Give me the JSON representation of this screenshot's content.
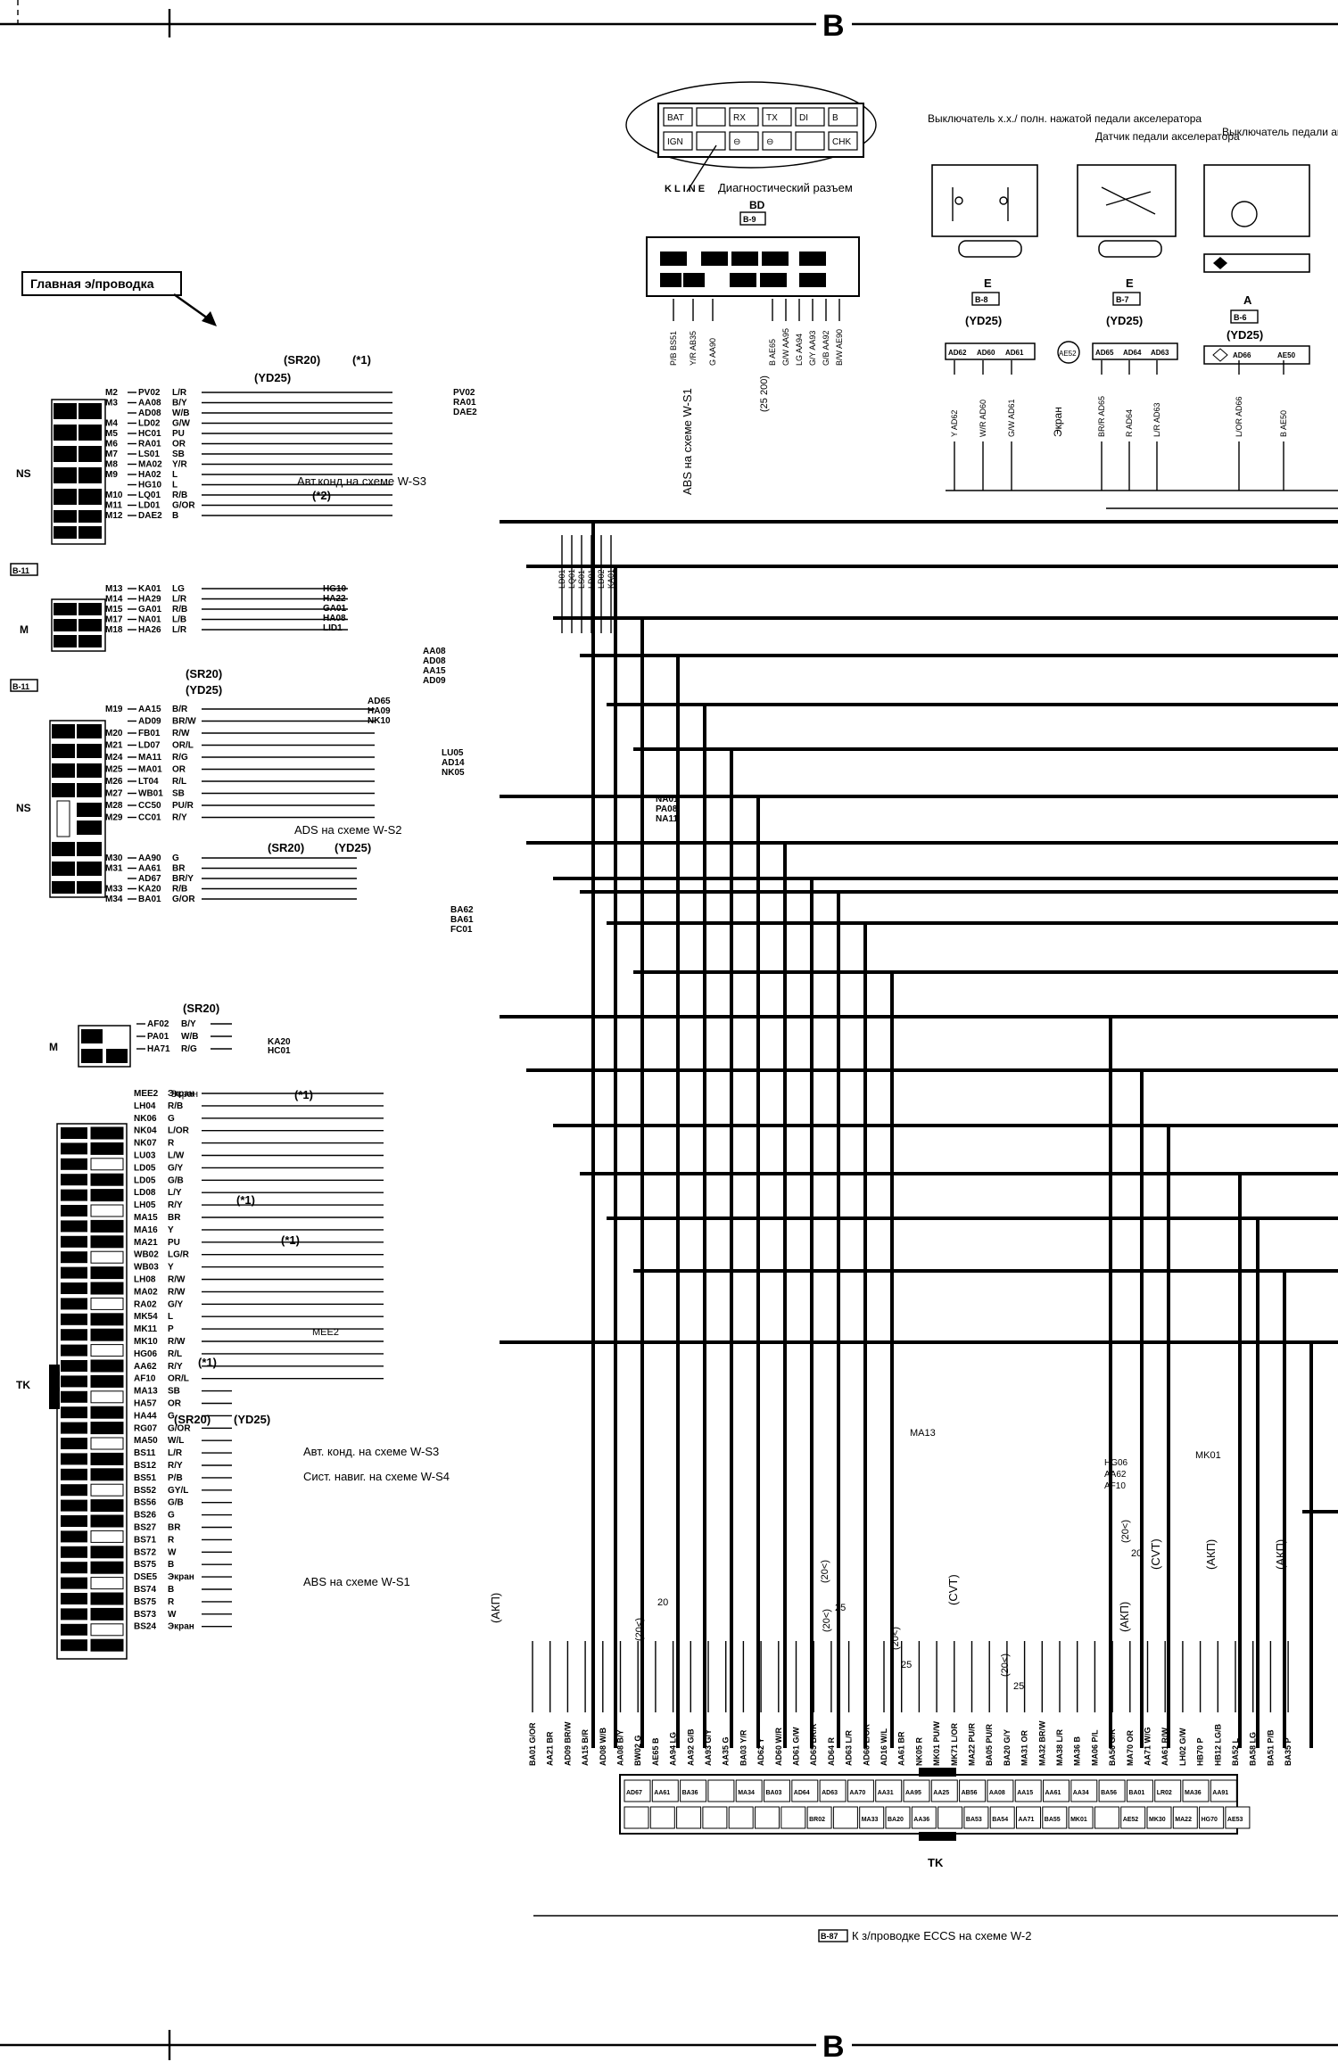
{
  "frame": {
    "marker": "B"
  },
  "title_box": "Главная э/проводка",
  "connector_groups": [
    {
      "id": "NS",
      "label": "NS"
    },
    {
      "id": "M",
      "label": "M"
    },
    {
      "id": "NS2",
      "label": "NS"
    },
    {
      "id": "M2",
      "label": "M"
    },
    {
      "id": "TK",
      "label": "TK"
    }
  ],
  "refs": {
    "b11_a": "B-11",
    "b11_b": "B-11"
  },
  "diag": {
    "title": "Диагностический разъем",
    "kline": "K L I N E",
    "code": "BD",
    "ref": "B-9",
    "top_pins": [
      "BAT",
      "",
      "RX",
      "TX",
      "DI",
      "B"
    ],
    "bot_pins": [
      "IGN",
      "",
      "⊖",
      "⊖",
      "",
      "CHK"
    ],
    "wires": [
      "P/B BS51",
      "Y/R AB35",
      "G AA90",
      "B AE65",
      "G/W AA95",
      "LG AA94",
      "G/Y AA93",
      "G/B AA92",
      "B/W AE90"
    ]
  },
  "switch1": {
    "title": "Выключатель х.х./ полн. нажатой педали акселератора",
    "conn": "E",
    "ref": "B-8",
    "variant": "(YD25)",
    "pins": [
      "AD62",
      "AD60",
      "AD61"
    ],
    "wires": [
      "Y AD62",
      "W/R AD60",
      "G/W AD61"
    ]
  },
  "sensor": {
    "title": "Датчик педали акселератора",
    "conn": "E",
    "ref": "B-7",
    "variant": "(YD25)",
    "pins": [
      "AD65",
      "AD64",
      "AD63"
    ],
    "wires": [
      "BR/R AD65",
      "R AD64",
      "L/R AD63"
    ],
    "shield": "Экран",
    "shield_id": "AE52"
  },
  "switch2": {
    "title": "Выключатель педали акселератора",
    "conn": "A",
    "ref": "B-6",
    "variant": "(YD25)",
    "pins": [
      "AD66",
      "AE50"
    ],
    "wires": [
      "L/OR AD66",
      "B AE50"
    ]
  },
  "abs_note": "ABS на схеме W-S1",
  "variants": {
    "sr20": "(SR20)",
    "yd25": "(YD25)",
    "star1": "(*1)",
    "star2": "(*2)"
  },
  "left_rows_block1": [
    {
      "pin": "M2",
      "code": "PV02",
      "color": "L/R"
    },
    {
      "pin": "M3",
      "code": "AA08",
      "color": "B/Y"
    },
    {
      "pin": "",
      "code": "AD08",
      "color": "W/B"
    },
    {
      "pin": "M4",
      "code": "LD02",
      "color": "G/W"
    },
    {
      "pin": "M5",
      "code": "HC01",
      "color": "PU"
    },
    {
      "pin": "M6",
      "code": "RA01",
      "color": "OR"
    },
    {
      "pin": "M7",
      "code": "LS01",
      "color": "SB"
    },
    {
      "pin": "M8",
      "code": "MA02",
      "color": "Y/R"
    },
    {
      "pin": "M9",
      "code": "HA02",
      "color": "L"
    },
    {
      "pin": "",
      "code": "HG10",
      "color": "L"
    },
    {
      "pin": "M10",
      "code": "LQ01",
      "color": "R/B"
    },
    {
      "pin": "M11",
      "code": "LD01",
      "color": "G/OR"
    },
    {
      "pin": "M12",
      "code": "DAE2",
      "color": "B"
    }
  ],
  "ac_note": "Авт.конд.на схеме W-S3",
  "block1_right": [
    "PV02",
    "RA01",
    "DAE2"
  ],
  "block_m_rows": [
    {
      "pin": "M13",
      "code": "KA01",
      "color": "LG"
    },
    {
      "pin": "M14",
      "code": "HA29",
      "color": "L/R"
    },
    {
      "pin": "M15",
      "code": "GA01",
      "color": "R/B"
    },
    {
      "pin": "M17",
      "code": "NA01",
      "color": "L/B"
    },
    {
      "pin": "M18",
      "code": "HA26",
      "color": "L/R"
    }
  ],
  "block_m_right": [
    "HG10",
    "HA22",
    "GA01",
    "HA08",
    "LID1"
  ],
  "vertical_codes": [
    "LD01",
    "LQ01",
    "LS01",
    "LD01",
    "LD02",
    "KA01"
  ],
  "block_mid_right": [
    "AA08",
    "AD08",
    "AA15",
    "AD09"
  ],
  "block2_rows": [
    {
      "pin": "M19",
      "code": "AA15",
      "color": "B/R"
    },
    {
      "pin": "",
      "code": "AD09",
      "color": "BR/W"
    },
    {
      "pin": "M20",
      "code": "FB01",
      "color": "R/W"
    },
    {
      "pin": "M21",
      "code": "LD07",
      "color": "OR/L"
    },
    {
      "pin": "M24",
      "code": "MA11",
      "color": "R/G"
    },
    {
      "pin": "M25",
      "code": "MA01",
      "color": "OR"
    },
    {
      "pin": "M26",
      "code": "LT04",
      "color": "R/L"
    },
    {
      "pin": "M27",
      "code": "WB01",
      "color": "SB"
    },
    {
      "pin": "M28",
      "code": "CC50",
      "color": "PU/R"
    },
    {
      "pin": "M29",
      "code": "CC01",
      "color": "R/Y"
    }
  ],
  "ads_note": "ADS на схеме W-S2",
  "block2_right": [
    "AD65",
    "HA09",
    "NK10"
  ],
  "block2_right_b": [
    "LU05",
    "AD14",
    "NK05"
  ],
  "block2_right_c": [
    "NA01",
    "PA08",
    "NA11"
  ],
  "block3_rows": [
    {
      "pin": "M30",
      "code": "AA90",
      "color": "G"
    },
    {
      "pin": "M31",
      "code": "AA61",
      "color": "BR"
    },
    {
      "pin": "",
      "code": "AD67",
      "color": "BR/Y"
    },
    {
      "pin": "M33",
      "code": "KA20",
      "color": "R/B"
    },
    {
      "pin": "M34",
      "code": "BA01",
      "color": "G/OR"
    }
  ],
  "block3_right": [
    "BA62",
    "BA61",
    "FC01"
  ],
  "block_m2_rows": [
    {
      "pin": "",
      "code": "AF02",
      "color": "B/Y"
    },
    {
      "pin": "",
      "code": "PA01",
      "color": "W/B"
    },
    {
      "pin": "",
      "code": "HA71",
      "color": "R/G"
    }
  ],
  "block_m2_right": [
    "KA20",
    "HC01"
  ],
  "tk_rows": [
    {
      "code": "MEE2",
      "color": "Экран"
    },
    {
      "code": "LH04",
      "color": "R/B"
    },
    {
      "code": "NK06",
      "color": "G"
    },
    {
      "code": "NK04",
      "color": "L/OR"
    },
    {
      "code": "NK07",
      "color": "R"
    },
    {
      "code": "LU03",
      "color": "L/W"
    },
    {
      "code": "LD05",
      "color": "G/Y"
    },
    {
      "code": "LD05",
      "color": "G/B"
    },
    {
      "code": "LD08",
      "color": "L/Y"
    },
    {
      "code": "LH05",
      "color": "R/Y"
    },
    {
      "code": "MA15",
      "color": "BR"
    },
    {
      "code": "MA16",
      "color": "Y"
    },
    {
      "code": "MA21",
      "color": "PU"
    },
    {
      "code": "WB02",
      "color": "LG/R"
    },
    {
      "code": "WB03",
      "color": "Y"
    },
    {
      "code": "LH08",
      "color": "R/W"
    },
    {
      "code": "MA02",
      "color": "R/W"
    },
    {
      "code": "RA02",
      "color": "G/Y"
    },
    {
      "code": "MK54",
      "color": "L"
    },
    {
      "code": "MK11",
      "color": "P"
    },
    {
      "code": "MK10",
      "color": "R/W"
    },
    {
      "code": "HG06",
      "color": "R/L"
    },
    {
      "code": "AA62",
      "color": "R/Y"
    },
    {
      "code": "AF10",
      "color": "OR/L"
    },
    {
      "code": "MA13",
      "color": "SB"
    },
    {
      "code": "HA57",
      "color": "OR"
    },
    {
      "code": "HA44",
      "color": "G"
    },
    {
      "code": "RG07",
      "color": "G/OR"
    },
    {
      "code": "MA50",
      "color": "W/L"
    },
    {
      "code": "BS11",
      "color": "L/R"
    },
    {
      "code": "BS12",
      "color": "R/Y"
    },
    {
      "code": "BS51",
      "color": "P/B"
    },
    {
      "code": "BS52",
      "color": "GY/L"
    },
    {
      "code": "BS56",
      "color": "G/B"
    },
    {
      "code": "BS26",
      "color": "G"
    },
    {
      "code": "BS27",
      "color": "BR"
    },
    {
      "code": "BS71",
      "color": "R"
    },
    {
      "code": "BS72",
      "color": "W"
    },
    {
      "code": "BS75",
      "color": "B"
    },
    {
      "code": "DSE5",
      "color": "Экран"
    },
    {
      "code": "BS74",
      "color": "B"
    },
    {
      "code": "BS75",
      "color": "R"
    },
    {
      "code": "BS73",
      "color": "W"
    },
    {
      "code": "BS24",
      "color": "Экран"
    }
  ],
  "tk_notes": {
    "ac": "Авт. конд. на схеме W-S3",
    "nav": "Сист. навиг. на схеме W-S4",
    "abs": "ABS на схеме W-S1",
    "mee2": "MEE2",
    "shield": "Экран"
  },
  "bottom_labels": {
    "akp": "(АКП)",
    "cvt": "(CVT)",
    "ma13": "MA13",
    "mk01": "MK01",
    "hg06": "HG06",
    "aa62": "AA62",
    "af10": "AF10",
    "d20": "(20<)",
    "d25": "25",
    "d20b": "20",
    "d25d": "(25 200)"
  },
  "bottom_pins": [
    "BA01 G/OR",
    "AA21 BR",
    "AD09 BR/W",
    "AA15 B/R",
    "AD08 W/B",
    "AA08 B/Y",
    "BW02 G",
    "AE65 B",
    "AA94 LG",
    "AA92 G/B",
    "AA93 G/Y",
    "AA35 G",
    "BA03 Y/R",
    "AD62 Y",
    "AD60 W/R",
    "AD61 G/W",
    "AD65 BR/R",
    "AD64 R",
    "AD63 L/R",
    "AD66 L/OR",
    "AD16 W/L",
    "AA61 BR",
    "NK05 R",
    "MK01 PU/W",
    "MK71 L/OR",
    "MA22 PU/R",
    "BA05 PU/R",
    "BA20 G/Y",
    "MA31 OR",
    "MA32 BR/W",
    "MA38 L/R",
    "MA36 B",
    "MA06 P/L",
    "BA56 G/R",
    "MA70 OR",
    "AA71 W/G",
    "AA61 R/W",
    "LH02 G/W",
    "HB70 P",
    "HB12 LG/B",
    "BA52 L",
    "BA58 LG",
    "BA51 P/B",
    "BA35 P"
  ],
  "bottom_conn_top": [
    "AD67",
    "AA61",
    "BA36",
    "",
    "MA34",
    "BA03",
    "AD64",
    "AD63",
    "AA70",
    "AA31",
    "AA95",
    "AA25",
    "AB56",
    "AA08",
    "AA15",
    "AA61",
    "AA34",
    "BA56",
    "BA01",
    "LR02",
    "MA36",
    "AA91"
  ],
  "bottom_conn_bot": [
    "",
    "",
    "",
    "",
    "",
    "",
    "",
    "BR02",
    "",
    "MA33",
    "BA20",
    "AA36",
    "",
    "BA53",
    "BA54",
    "AA71",
    "BA55",
    "MK01",
    "",
    "AE52",
    "MK30",
    "MA22",
    "HG70",
    "AE53"
  ],
  "tk_bottom": "TK",
  "footer_ref": "B-87",
  "footer_note": "К з/проводке ECCS на схеме W-2"
}
